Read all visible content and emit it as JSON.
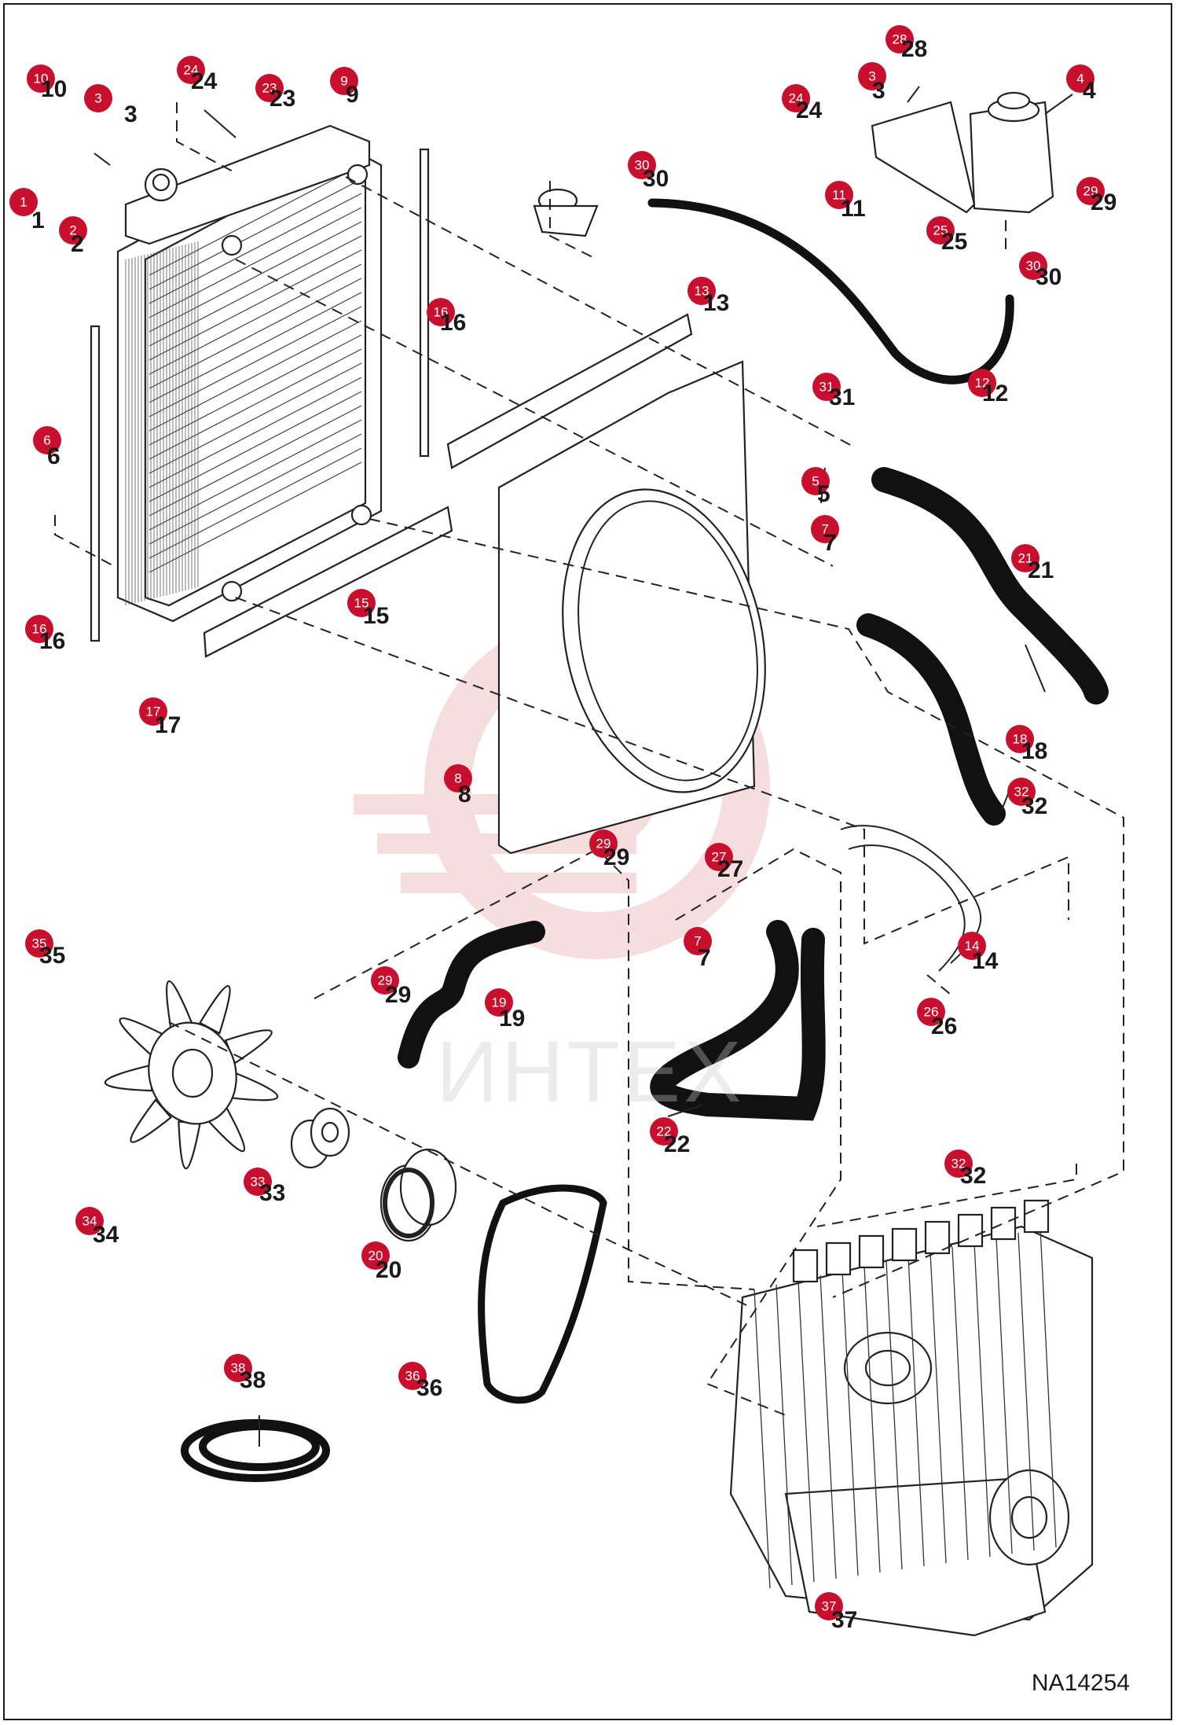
{
  "diagram": {
    "code": "NA14254",
    "watermark": "ИНТЕХ",
    "callouts": [
      {
        "n": "1"
      },
      {
        "n": "2"
      },
      {
        "n": "3"
      },
      {
        "n": "3"
      },
      {
        "n": "4"
      },
      {
        "n": "5"
      },
      {
        "n": "6"
      },
      {
        "n": "7"
      },
      {
        "n": "7"
      },
      {
        "n": "8"
      },
      {
        "n": "9"
      },
      {
        "n": "10"
      },
      {
        "n": "11"
      },
      {
        "n": "12"
      },
      {
        "n": "13"
      },
      {
        "n": "14"
      },
      {
        "n": "15"
      },
      {
        "n": "16"
      },
      {
        "n": "16"
      },
      {
        "n": "17"
      },
      {
        "n": "18"
      },
      {
        "n": "19"
      },
      {
        "n": "20"
      },
      {
        "n": "21"
      },
      {
        "n": "22"
      },
      {
        "n": "23"
      },
      {
        "n": "24"
      },
      {
        "n": "24"
      },
      {
        "n": "25"
      },
      {
        "n": "26"
      },
      {
        "n": "27"
      },
      {
        "n": "28"
      },
      {
        "n": "29"
      },
      {
        "n": "29"
      },
      {
        "n": "29"
      },
      {
        "n": "30"
      },
      {
        "n": "30"
      },
      {
        "n": "31"
      },
      {
        "n": "32"
      },
      {
        "n": "32"
      },
      {
        "n": "33"
      },
      {
        "n": "34"
      },
      {
        "n": "35"
      },
      {
        "n": "36"
      },
      {
        "n": "37"
      },
      {
        "n": "38"
      }
    ]
  },
  "colors": {
    "bubble": "#c8102e",
    "line": "#222222",
    "hose": "#111111",
    "watermark": "#f3c7c7"
  }
}
